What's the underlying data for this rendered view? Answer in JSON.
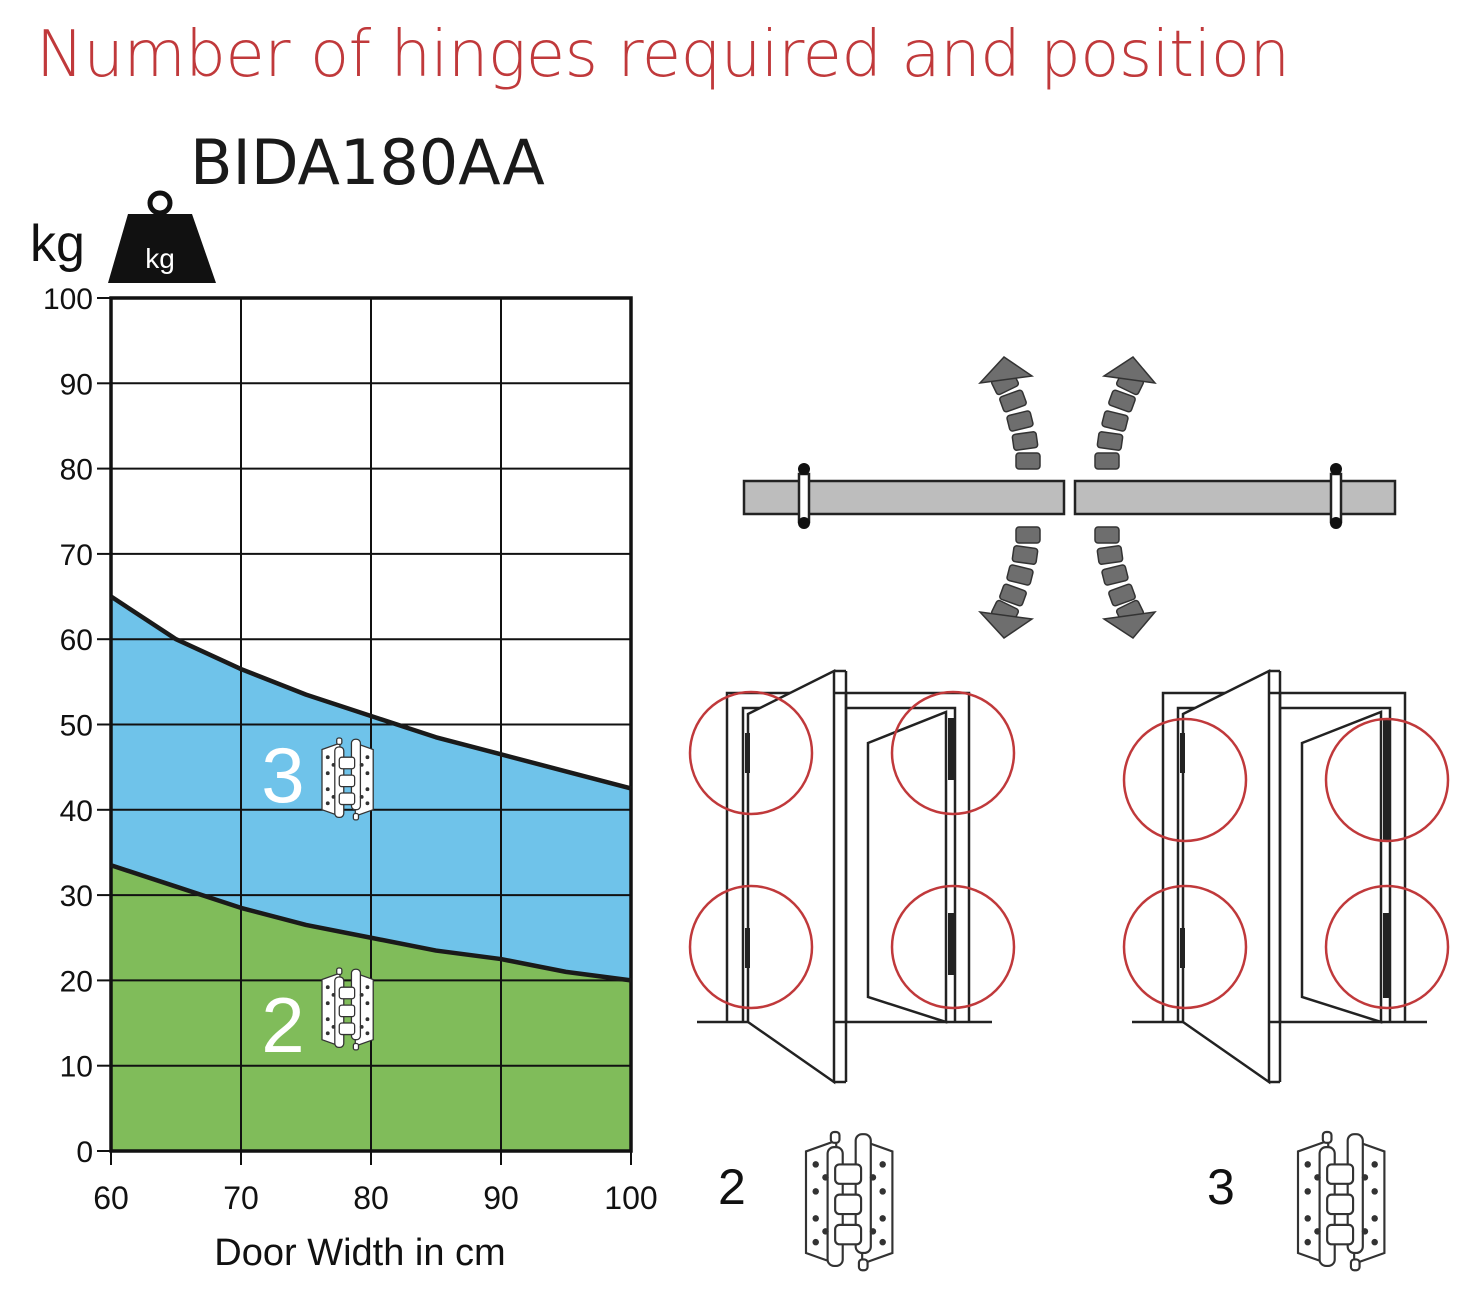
{
  "title": "Number of hinges required and position",
  "model": "BIDA180AA",
  "weight_icon": {
    "name": "weight-icon",
    "label": "kg"
  },
  "colors": {
    "title": "#c0393b",
    "three_hinge_zone": "#6fc3ea",
    "two_hinge_zone": "#80bc5a",
    "hinge_circle": "#c0393b",
    "door_panel": "#bdbdbd",
    "swing_arrow": "#6e6e6e"
  },
  "chart_data": {
    "type": "area",
    "title": "BIDA180AA",
    "xlabel": "Door Width in cm",
    "ylabel": "kg",
    "xlim": [
      60,
      100
    ],
    "ylim": [
      0,
      100
    ],
    "xticks": [
      60,
      70,
      80,
      90,
      100
    ],
    "yticks": [
      0,
      10,
      20,
      30,
      40,
      50,
      60,
      70,
      80,
      90,
      100
    ],
    "grid": true,
    "x": [
      60,
      65,
      70,
      75,
      80,
      85,
      90,
      95,
      100
    ],
    "series": [
      {
        "label": "2",
        "values": [
          33.5,
          31,
          28.5,
          26.5,
          25,
          23.5,
          22.5,
          21,
          20
        ]
      },
      {
        "label": "3",
        "values": [
          65,
          60,
          56.5,
          53.5,
          51,
          48.5,
          46.5,
          44.5,
          42.5
        ]
      }
    ]
  },
  "diagram": {
    "left_count": "2",
    "right_count": "3",
    "hinge_icon": "hinge-icon",
    "arrow_icon": "swing-arrow-icon"
  }
}
